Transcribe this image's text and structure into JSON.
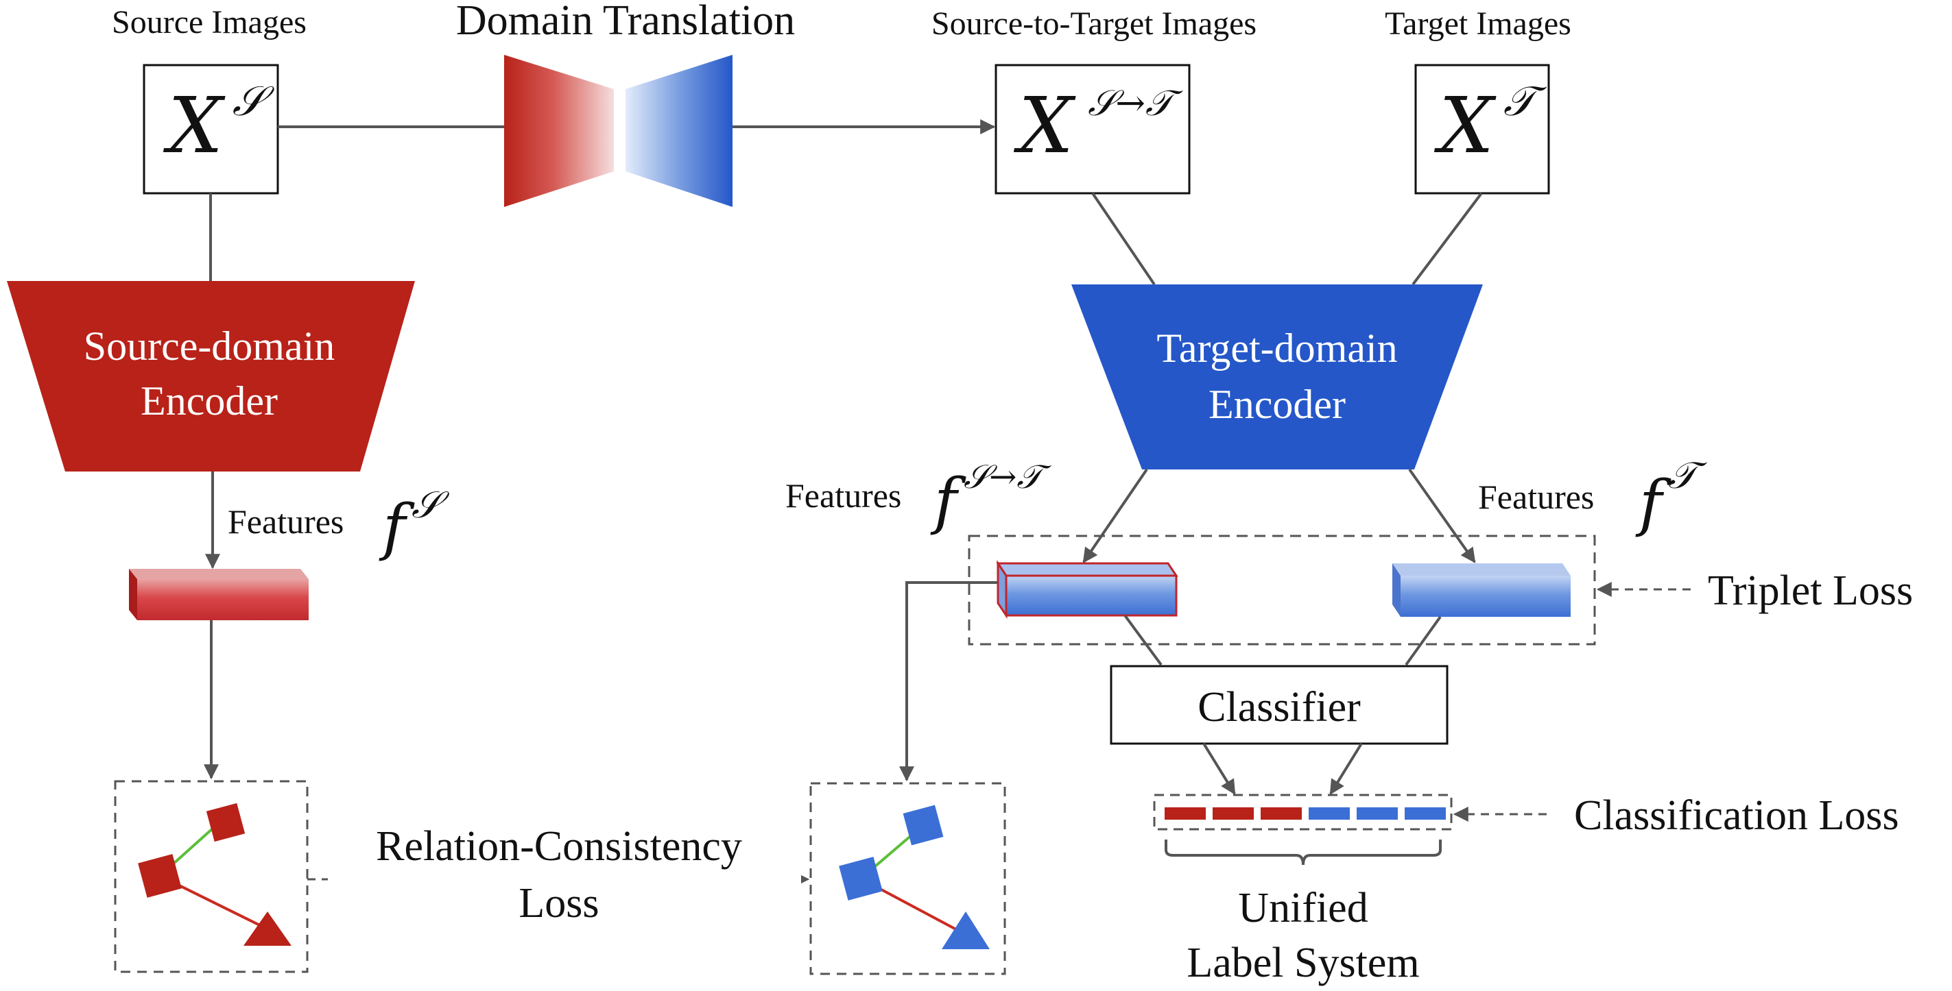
{
  "labels": {
    "source_images": "Source Images",
    "domain_translation": "Domain Translation",
    "s2t_images": "Source-to-Target Images",
    "target_images": "Target Images",
    "features_source": "Features",
    "features_s2t": "Features",
    "features_target": "Features",
    "triplet_loss": "Triplet Loss",
    "classifier": "Classifier",
    "classification_loss": "Classification Loss",
    "relation_loss_line1": "Relation-Consistency",
    "relation_loss_line2": "Loss",
    "unified_line1": "Unified",
    "unified_line2": "Label System"
  },
  "encoders": {
    "source_line1": "Source-domain",
    "source_line2": "Encoder",
    "target_line1": "Target-domain",
    "target_line2": "Encoder"
  },
  "math": {
    "x_s_base": "X",
    "x_s_sup": "𝒮",
    "x_s2t_base": "X",
    "x_s2t_sup": "𝒮→𝒯",
    "x_t_base": "X",
    "x_t_sup": "𝒯",
    "f_s_base": "f",
    "f_s_sup": "𝒮",
    "f_s2t_base": "f",
    "f_s2t_sup": "𝒮→𝒯",
    "f_t_base": "f",
    "f_t_sup": "𝒯"
  },
  "colors": {
    "source_red": "#b82219",
    "target_blue": "#2557c9",
    "line_gray": "#555555",
    "green_edge": "#5cbf3a"
  }
}
